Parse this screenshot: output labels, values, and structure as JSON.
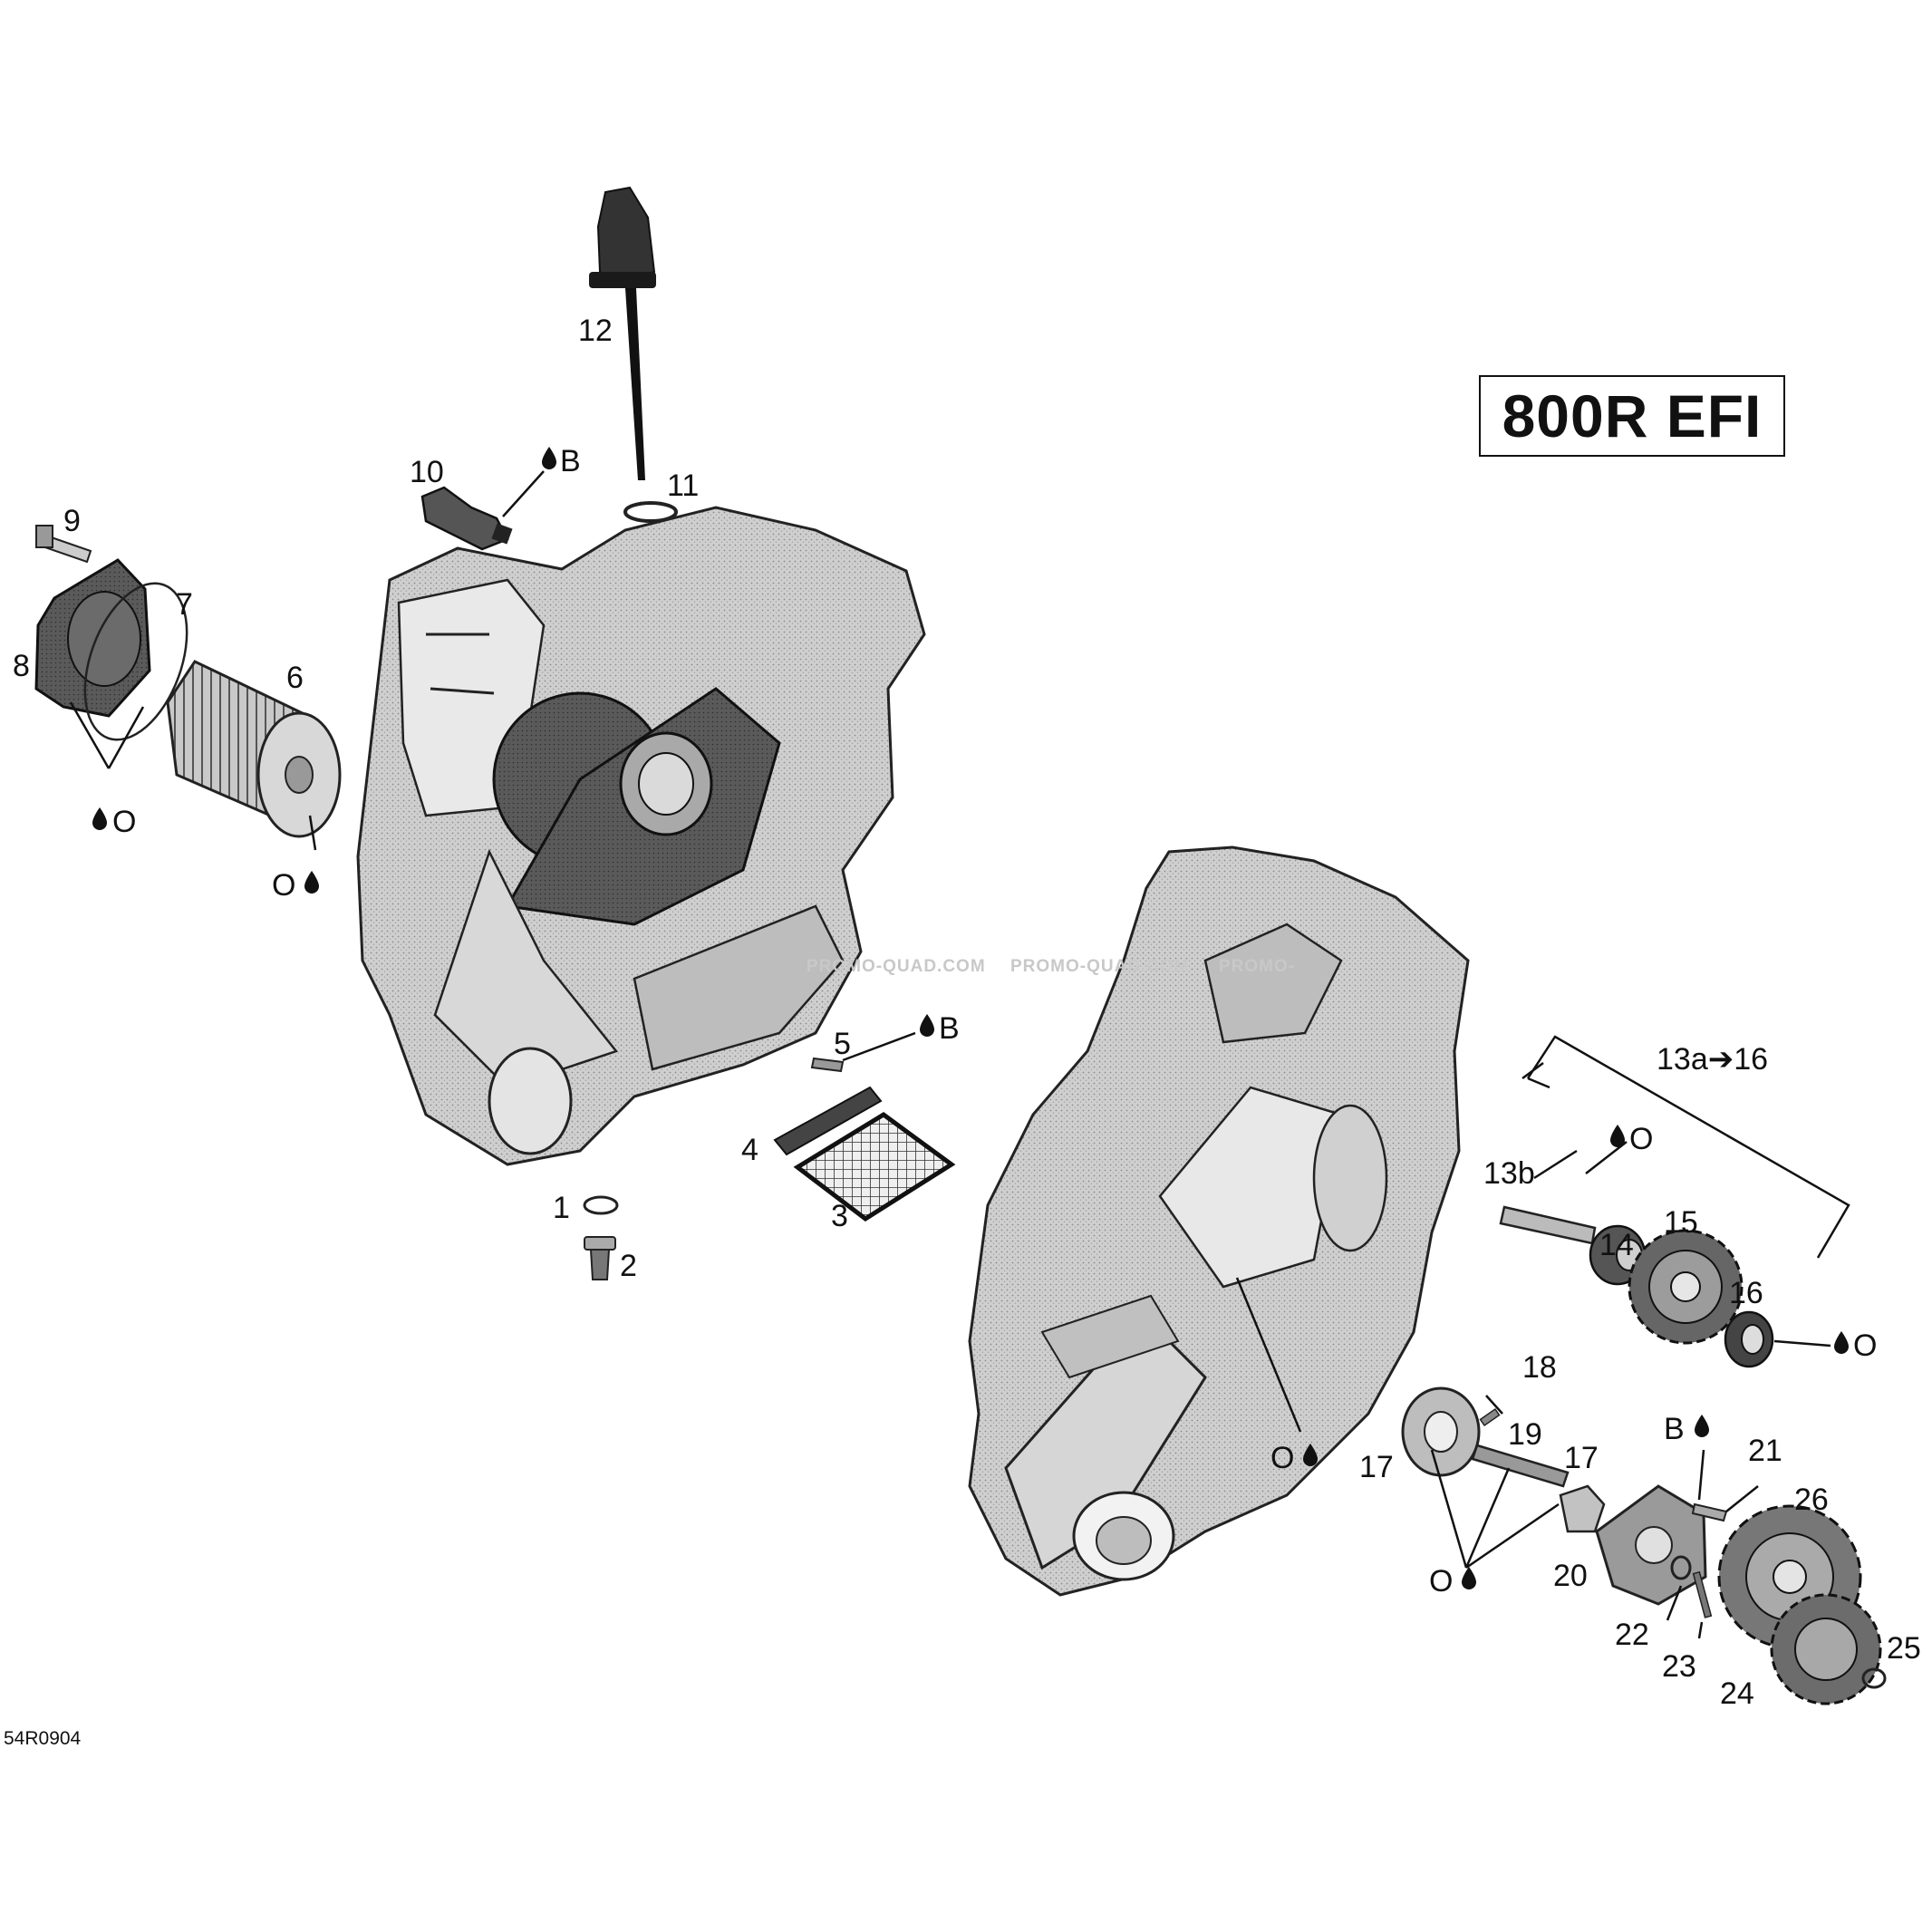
{
  "model_box": "800R EFI",
  "reference_code": "54R0904",
  "watermarks": [
    "PROMO-QUAD.COM",
    "PROMO-QUAD.COM",
    "PROMO-"
  ],
  "callouts": {
    "c1": "1",
    "c2": "2",
    "c3": "3",
    "c4": "4",
    "c5": "5",
    "c6": "6",
    "c7": "7",
    "c8": "8",
    "c9": "9",
    "c10": "10",
    "c11": "11",
    "c12": "12",
    "c13a16": "13a➔16",
    "c13b": "13b",
    "c14": "14",
    "c15": "15",
    "c16": "16",
    "c17a": "17",
    "c17b": "17",
    "c18": "18",
    "c19": "19",
    "c20": "20",
    "c21": "21",
    "c22": "22",
    "c23": "23",
    "c24": "24",
    "c25": "25",
    "c26": "26"
  },
  "lube_marks": {
    "b_top": "B",
    "b_mid": "B",
    "b_right": "B",
    "o_left": "O",
    "o_filter": "O",
    "o_13b": "O",
    "o_16": "O",
    "o_crank": "O",
    "o_pump": "O"
  },
  "icons": [
    "oil-drop-icon"
  ]
}
